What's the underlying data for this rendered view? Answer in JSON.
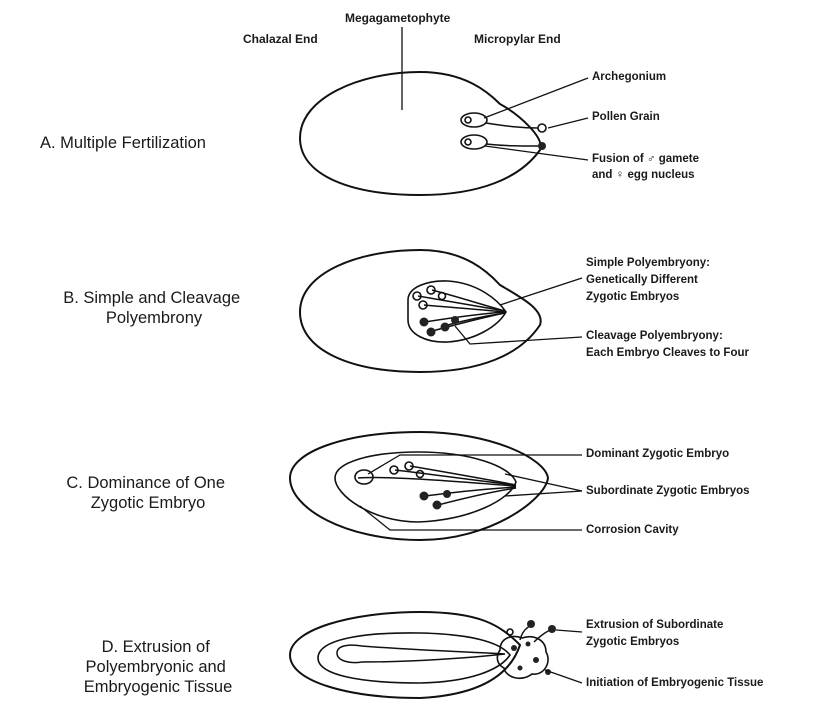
{
  "header": {
    "megagametophyte": "Megagametophyte",
    "chalazal_end": "Chalazal End",
    "micropylar_end": "Micropylar End"
  },
  "panels": [
    {
      "title_lines": [
        "A. Multiple Fertilization"
      ],
      "callouts": [
        {
          "lines": [
            "Archegonium"
          ]
        },
        {
          "lines": [
            "Pollen Grain"
          ]
        },
        {
          "lines": [
            "Fusion of ♂ gamete",
            "and ♀ egg nucleus"
          ]
        }
      ]
    },
    {
      "title_lines": [
        "B. Simple and Cleavage",
        "Polyembrony"
      ],
      "callouts": [
        {
          "lines": [
            "Simple Polyembryony:",
            "Genetically Different",
            "Zygotic Embryos"
          ]
        },
        {
          "lines": [
            "Cleavage Polyembryony:",
            "Each Embryo Cleaves to Four"
          ]
        }
      ]
    },
    {
      "title_lines": [
        "C. Dominance of One",
        "Zygotic Embryo"
      ],
      "callouts": [
        {
          "lines": [
            "Dominant Zygotic Embryo"
          ]
        },
        {
          "lines": [
            "Subordinate Zygotic Embryos"
          ]
        },
        {
          "lines": [
            "Corrosion Cavity"
          ]
        }
      ]
    },
    {
      "title_lines": [
        "D. Extrusion of",
        "Polyembryonic and",
        "Embryogenic Tissue"
      ],
      "callouts": [
        {
          "lines": [
            "Extrusion of Subordinate",
            "Zygotic Embryos"
          ]
        },
        {
          "lines": [
            "Initiation of Embryogenic Tissue"
          ]
        }
      ]
    }
  ]
}
